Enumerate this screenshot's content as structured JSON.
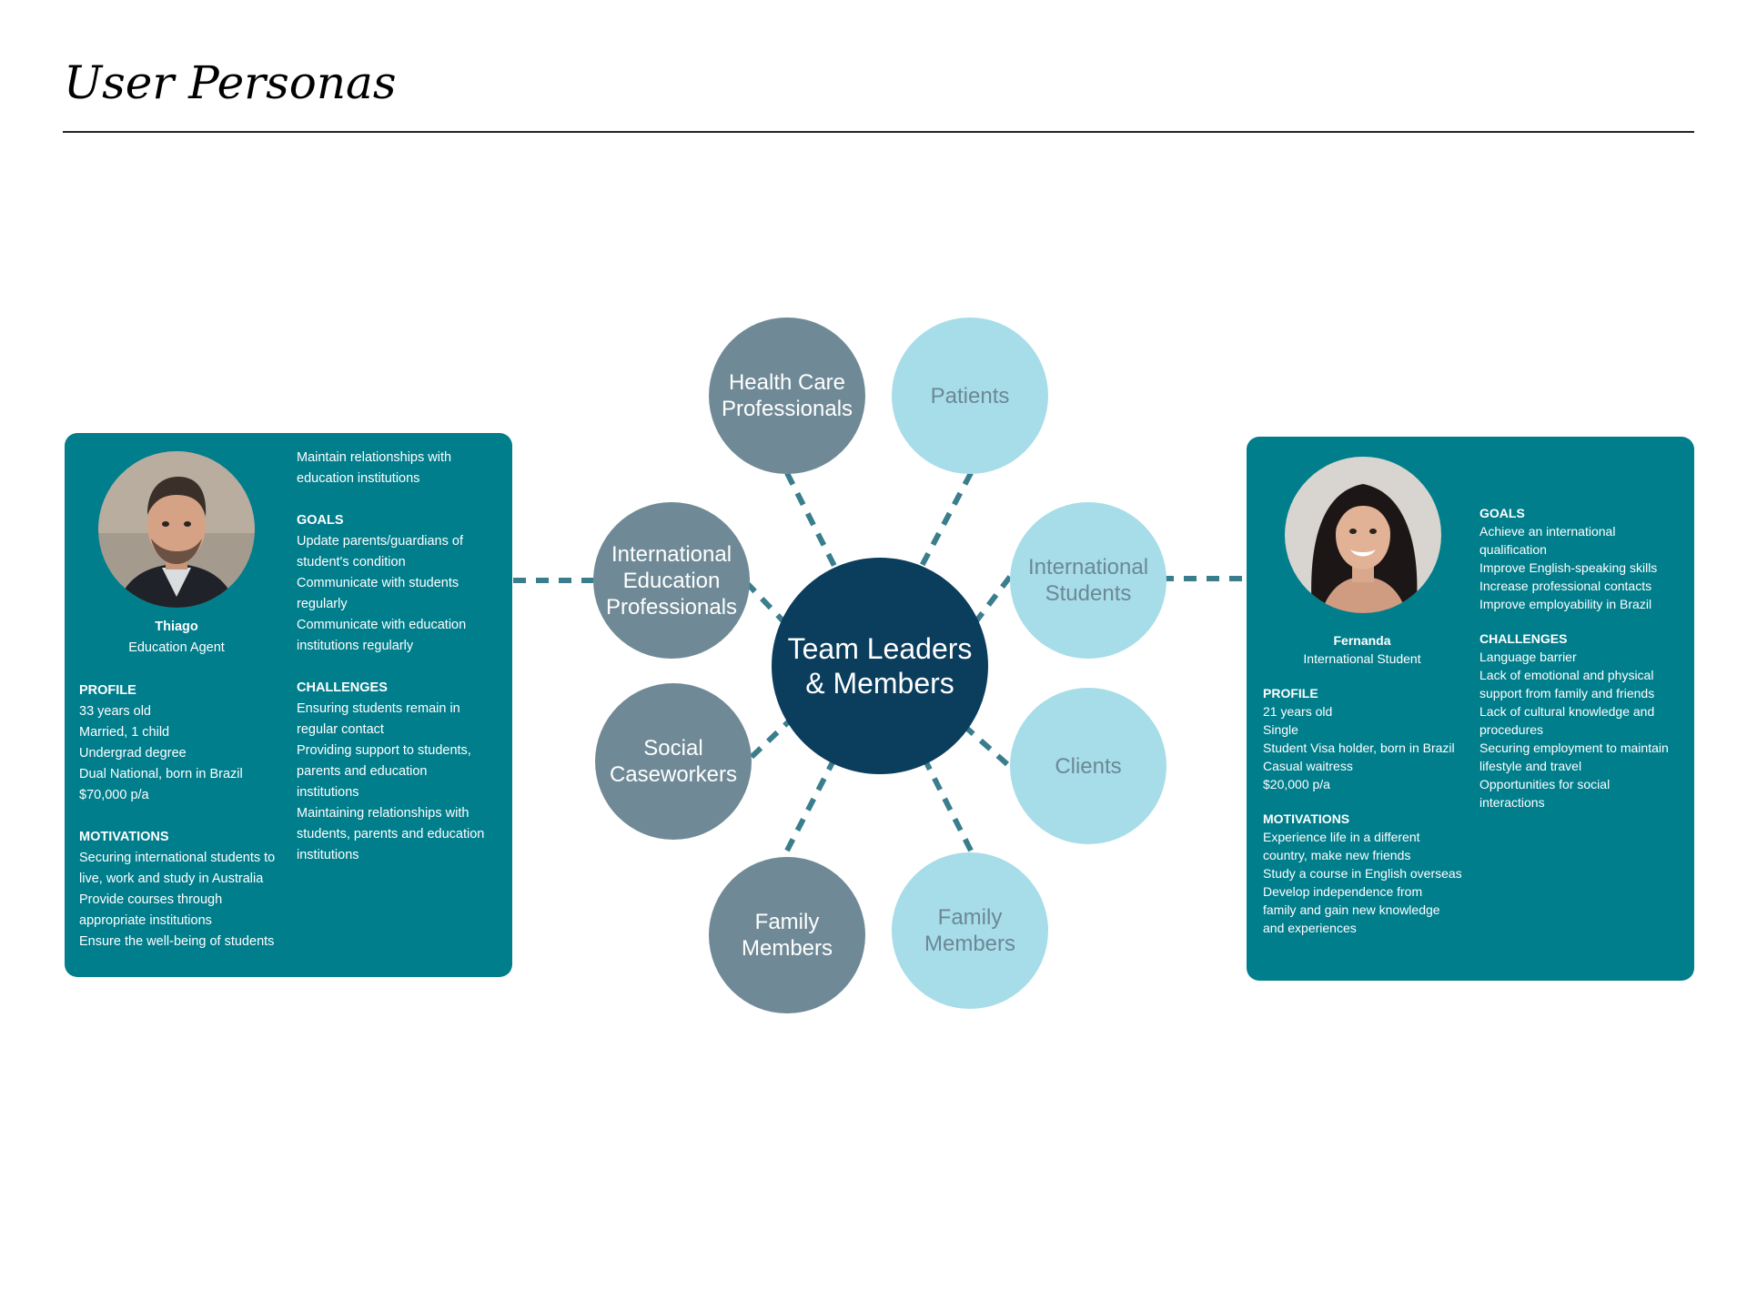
{
  "page_title": "User Personas",
  "hub": {
    "label_line1": "Team Leaders",
    "label_line2": "& Members"
  },
  "nodes": [
    {
      "id": "health-care",
      "line1": "Health Care",
      "line2": "Professionals"
    },
    {
      "id": "patients",
      "line1": "Patients",
      "line2": ""
    },
    {
      "id": "intl-education",
      "line1": "International",
      "line2": "Education",
      "line3": "Professionals"
    },
    {
      "id": "intl-students",
      "line1": "International",
      "line2": "Students"
    },
    {
      "id": "social-caseworkers",
      "line1": "Social",
      "line2": "Caseworkers"
    },
    {
      "id": "clients",
      "line1": "Clients",
      "line2": ""
    },
    {
      "id": "family-dark",
      "line1": "Family",
      "line2": "Members"
    },
    {
      "id": "family-light",
      "line1": "Family",
      "line2": "Members"
    }
  ],
  "colors": {
    "card": "#007e8c",
    "hub": "#0b3d5d",
    "node_dark": "#6f8a96",
    "node_light": "#a6dde9",
    "connector": "#3a7d8c"
  },
  "persona_left": {
    "name": "Thiago",
    "role": "Education Agent",
    "profile_title": "PROFILE",
    "profile": [
      "33 years old",
      "Married, 1 child",
      "Undergrad degree",
      "Dual National, born in Brazil",
      "$70,000 p/a"
    ],
    "motivations_title": "MOTIVATIONS",
    "motivations": [
      "Securing international students to",
      "live, work and study in Australia",
      "Provide courses through",
      "appropriate institutions",
      "Ensure the well-being of students"
    ],
    "top_text": [
      "Maintain relationships with",
      "education institutions"
    ],
    "goals_title": "GOALS",
    "goals": [
      "Update parents/guardians of",
      "student's condition",
      "Communicate with students",
      "regularly",
      "Communicate with education",
      "institutions regularly"
    ],
    "challenges_title": "CHALLENGES",
    "challenges": [
      "Ensuring students remain in",
      "regular contact",
      "Providing support to students,",
      "parents and education",
      "institutions",
      "Maintaining relationships with",
      "students, parents and education",
      "institutions"
    ]
  },
  "persona_right": {
    "name": "Fernanda",
    "role": "International Student",
    "profile_title": "PROFILE",
    "profile": [
      "21 years old",
      "Single",
      "Student Visa holder, born in Brazil",
      "Casual waitress",
      "$20,000 p/a"
    ],
    "motivations_title": "MOTIVATIONS",
    "motivations": [
      "Experience life in a different",
      "country, make new friends",
      "Study a course in English overseas",
      "Develop independence from",
      "family and gain new knowledge",
      "and experiences"
    ],
    "goals_title": "GOALS",
    "goals": [
      "Achieve an international",
      "qualification",
      "Improve English-speaking skills",
      "Increase professional contacts",
      "Improve employability in Brazil"
    ],
    "challenges_title": "CHALLENGES",
    "challenges": [
      "Language barrier",
      "Lack of emotional and physical",
      "support from family and friends",
      "Lack of cultural knowledge and",
      "procedures",
      "Securing employment to maintain",
      "lifestyle and travel",
      "Opportunities for social",
      "interactions"
    ]
  }
}
